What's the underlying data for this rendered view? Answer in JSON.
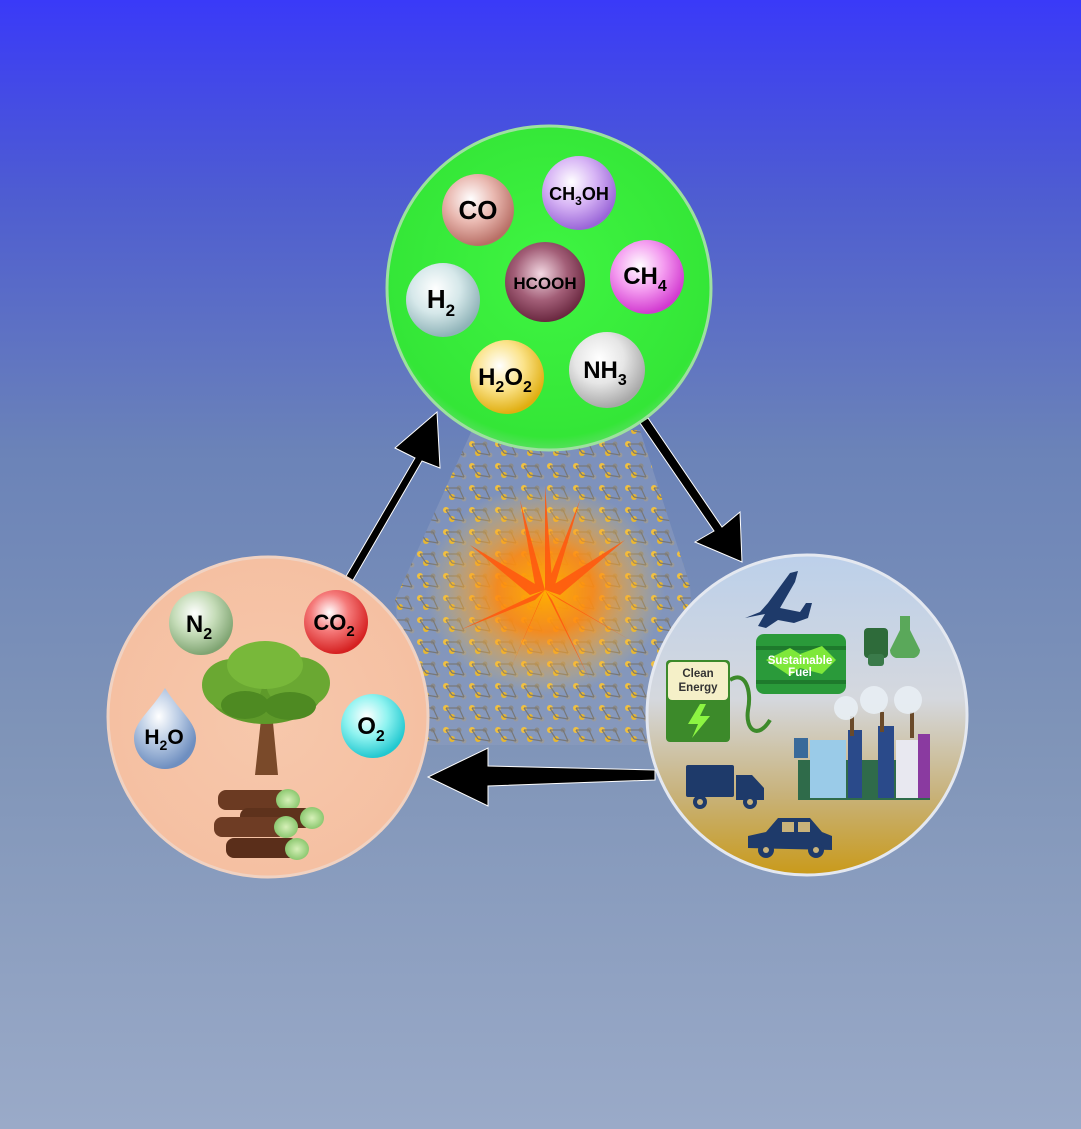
{
  "products_circle": {
    "molecules": [
      {
        "id": "co",
        "main": "CO",
        "sub": "",
        "tail": ""
      },
      {
        "id": "ch3oh",
        "main": "CH",
        "sub": "3",
        "tail": "OH"
      },
      {
        "id": "hcooh",
        "main": "HCOOH",
        "sub": "",
        "tail": ""
      },
      {
        "id": "ch4",
        "main": "CH",
        "sub": "4",
        "tail": ""
      },
      {
        "id": "h2",
        "main": "H",
        "sub": "2",
        "tail": ""
      },
      {
        "id": "h2o2_a",
        "main": "H",
        "sub": "2",
        "tail": "O"
      },
      {
        "id": "h2o2_b",
        "main": "",
        "sub": "2",
        "tail": ""
      },
      {
        "id": "nh3",
        "main": "NH",
        "sub": "3",
        "tail": ""
      }
    ]
  },
  "nature_circle": {
    "molecules": [
      {
        "id": "n2",
        "main": "N",
        "sub": "2",
        "tail": ""
      },
      {
        "id": "co2",
        "main": "CO",
        "sub": "2",
        "tail": ""
      },
      {
        "id": "h2o",
        "main": "H",
        "sub": "2",
        "tail": "O"
      },
      {
        "id": "o2",
        "main": "O",
        "sub": "2",
        "tail": ""
      }
    ]
  },
  "applications_circle": {
    "clean_energy_line1": "Clean",
    "clean_energy_line2": "Energy",
    "fuel_line1": "Sustainable",
    "fuel_line2": "Fuel"
  },
  "colors": {
    "products_bg": "#36e83a",
    "nature_bg": "#f5c2a6",
    "arrow": "#000000"
  },
  "icons": [
    "airplane-icon",
    "fuel-pump-icon",
    "lightning-icon",
    "truck-icon",
    "car-icon",
    "factory-icon",
    "flask-icon",
    "tree-icon",
    "logs-icon",
    "water-drop-icon"
  ]
}
